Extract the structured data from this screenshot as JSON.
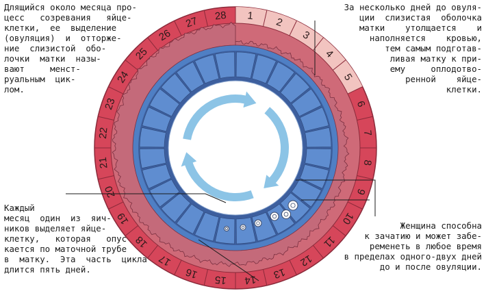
{
  "texts": {
    "top_left": "Длящийся около месяца про-\nцесс   созревания   яйце-\nклетки,  ее  выделение\n(овуляция)  и  отторже-\nние  слизистой  обо-\nлочки  матки  назы-\nвают     менст-\nруальным  цик-\nлом.",
    "top_right": "За несколько дней до овуля-\nции  слизистая  оболочка\nматки    утолщается    и\nнаполняется    кровью,\nтем самым подготав-\nливая матку к при-\nему     оплодотво-\nренной    яйце-\nклетки.",
    "bottom_left": "Каждый\nмесяц  один  из  яич-\nников выделяет яйце-\nклетку,   которая   опус-\nкается по маточной трубе\nв  матку.  Эта  часть  цикла\nдлится пять дней.",
    "bottom_right": "Женщина способна\nк зачатию и может забе-\nременеть в любое время\nв пределах одного-двух дней\nдо и после овуляции."
  },
  "cycle": {
    "days": [
      "1",
      "2",
      "3",
      "4",
      "5",
      "6",
      "7",
      "8",
      "9",
      "10",
      "11",
      "12",
      "13",
      "14",
      "15",
      "16",
      "17",
      "18",
      "19",
      "20",
      "21",
      "22",
      "23",
      "24",
      "25",
      "26",
      "27",
      "28"
    ],
    "menstruation_days": 5
  },
  "colors": {
    "outer_ring": "#d6465a",
    "menstruation_ring": "#f2c4c0",
    "lining_outer": "#cf6a78",
    "lining_blue": "#4f7fc4",
    "inner_wall": "#3d5f9e",
    "segment_fill": "#5f8dd0",
    "arrow": "#8cc4e6",
    "text": "#1a1a1a"
  },
  "icons": [
    "cycle-arrows-icon",
    "egg-cell-icon"
  ]
}
